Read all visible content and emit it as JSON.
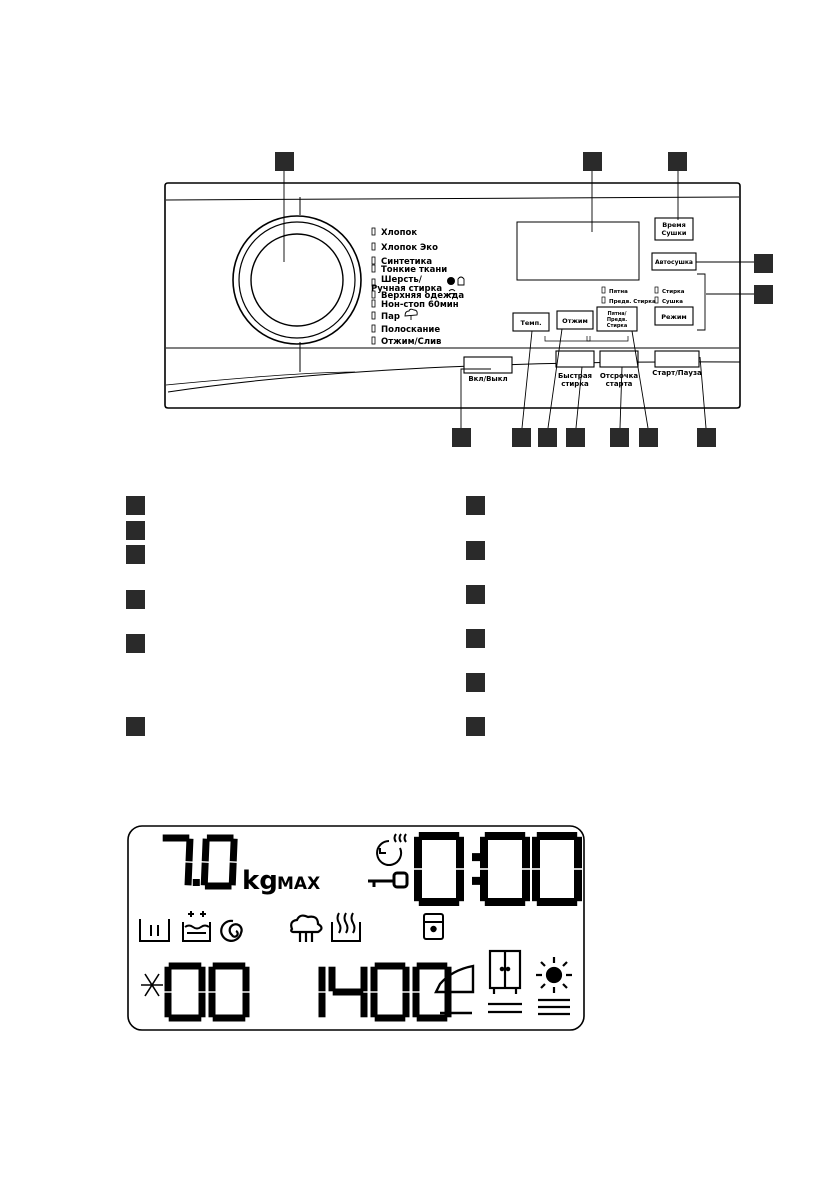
{
  "programs": [
    "Хлопок",
    "Хлопок Эко",
    "Синтетика",
    "Тонкие ткани",
    "Шерсть/",
    "Ручная стирка",
    "Верхняя одежда",
    "Нон-стоп 60мин",
    "Пар",
    "Полоскание",
    "Отжим/Слив"
  ],
  "buttons": {
    "drying_time": [
      "Время",
      "Сушки"
    ],
    "auto_dry": "Автосушка",
    "mode": "Режим",
    "temp": "Темп.",
    "spin": "Отжим",
    "stains": [
      "Пятна/",
      "Предв.",
      "Стирка"
    ],
    "power": "Вкл/Выкл",
    "quick_wash": [
      "Быстрая",
      "стирка"
    ],
    "delay_start": [
      "Отсрочка",
      "старта"
    ],
    "start_pause": "Старт/Пауза"
  },
  "indicators": {
    "stains": "Пятна",
    "prewash": "Предв. Стирка",
    "wash": "Стирка",
    "dry": "Сушка"
  },
  "display": {
    "weight": "7.0",
    "unit_kg": "kg",
    "unit_max": "MAX",
    "time": "0:00",
    "temperature": "00",
    "spin": "1400"
  },
  "icons": [
    "steam-icon",
    "key-icon",
    "clock-icon",
    "snowflake-icon",
    "door-lock-icon",
    "iron-icon",
    "wardrobe-icon",
    "sun-icon"
  ]
}
